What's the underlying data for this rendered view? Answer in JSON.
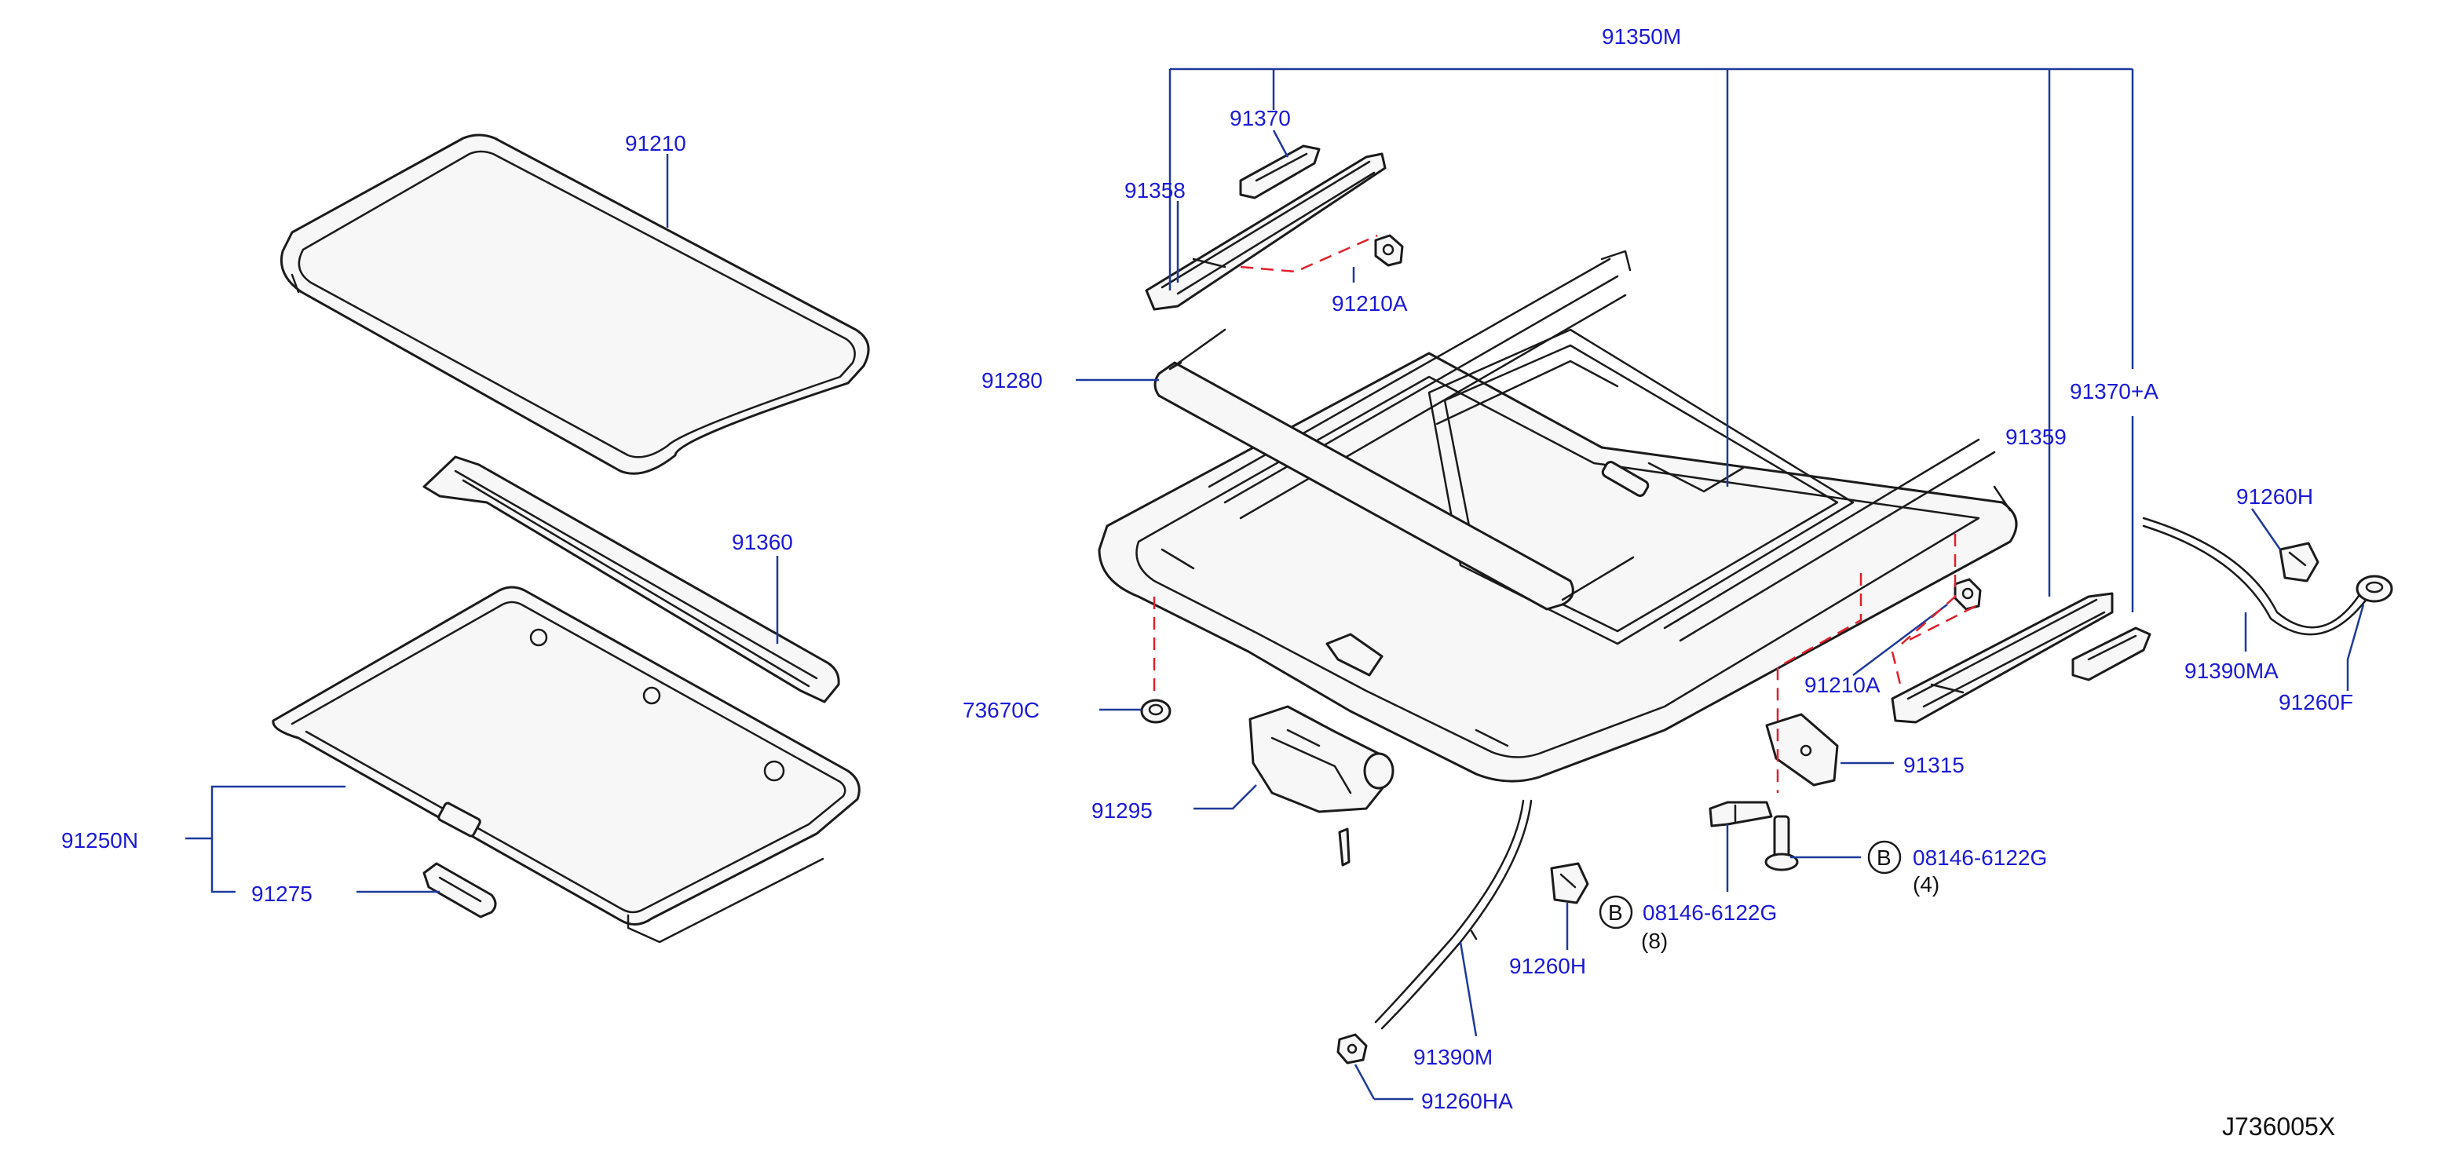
{
  "labels": {
    "p91210": "91210",
    "p91360": "91360",
    "p91250N": "91250N",
    "p91275": "91275",
    "p91350M": "91350M",
    "p91370": "91370",
    "p91358": "91358",
    "p91210A_top": "91210A",
    "p91280": "91280",
    "p73670C": "73670C",
    "p91295": "91295",
    "p91370A": "91370+A",
    "p91359": "91359",
    "p91260H_right": "91260H",
    "p91390MA": "91390MA",
    "p91260F": "91260F",
    "p91210A_mid": "91210A",
    "p91315": "91315",
    "bolt_letter_right": "B",
    "bolt_right": "08146-6122G",
    "bolt_qty_right": "(4)",
    "bolt_letter_left": "B",
    "bolt_left": "08146-6122G",
    "bolt_qty_left": "(8)",
    "p91260H_low": "91260H",
    "p91390M": "91390M",
    "p91260HA": "91260HA",
    "drawing_code": "J736005X"
  },
  "colors": {
    "label_blue": "#1a1ad6",
    "leader": "#1e3a9a",
    "dashed_red": "#e0202a",
    "line_black": "#1b1b1b"
  }
}
